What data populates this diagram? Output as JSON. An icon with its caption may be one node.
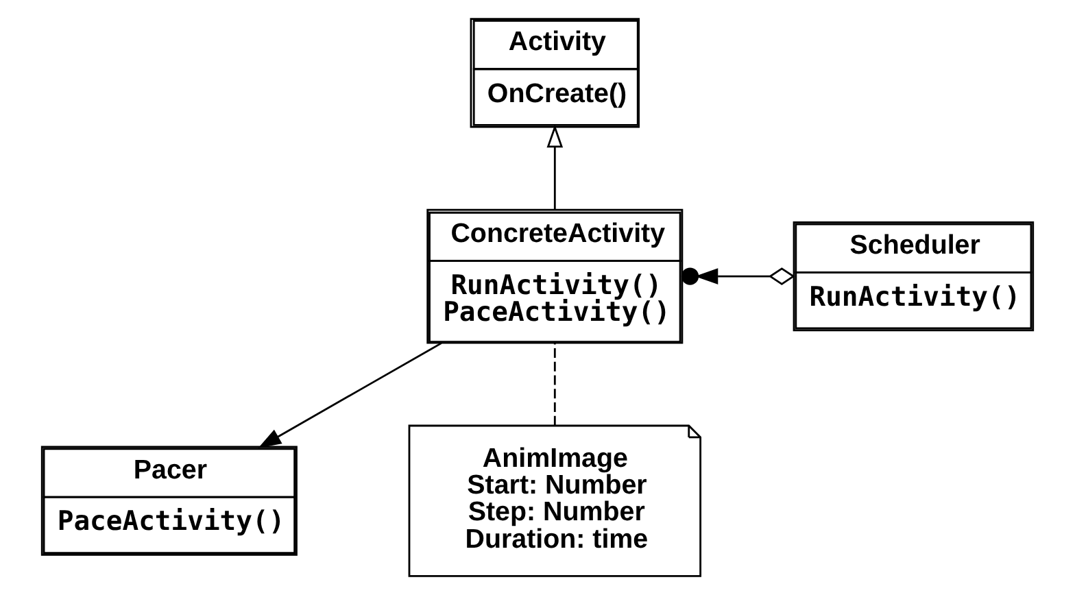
{
  "diagram": {
    "nodes": [
      {
        "text": [
          "Activity",
          "OnCreate()"
        ]
      },
      {
        "text": [
          "ConcreteActivity",
          "RunActivity()",
          "PaceActivity()"
        ]
      },
      {
        "text": [
          "Scheduler",
          "RunActivity()"
        ]
      },
      {
        "text": [
          "Pacer",
          "PaceActivity()"
        ]
      },
      {
        "text": [
          "AnimImage",
          "Start: Number",
          "Step: Number",
          "Duration: time"
        ]
      }
    ],
    "edges": [
      {
        "from": 1,
        "to": 0,
        "arrow": "to"
      },
      {
        "from": 2,
        "to": 1,
        "arrow": "to"
      },
      {
        "from": 1,
        "to": 3,
        "arrow": "to"
      },
      {
        "from": 4,
        "to": 1,
        "arrow": "none",
        "style": "dashed"
      }
    ]
  }
}
